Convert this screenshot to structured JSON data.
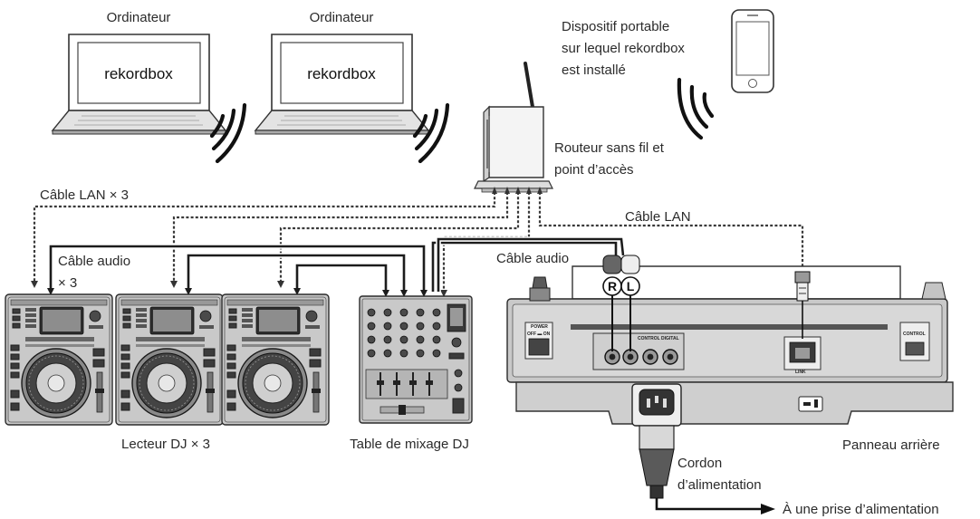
{
  "computers": [
    {
      "label": "Ordinateur",
      "screen_text": "rekordbox"
    },
    {
      "label": "Ordinateur",
      "screen_text": "rekordbox"
    }
  ],
  "portable": {
    "lines": [
      "Dispositif portable",
      "sur lequel rekordbox",
      "est installé"
    ]
  },
  "router": {
    "lines": [
      "Routeur sans fil et",
      "point d’accès"
    ]
  },
  "cables": {
    "lan_x3": "Câble LAN × 3",
    "lan": "Câble LAN",
    "audio_x3_lines": [
      "Câble audio",
      "× 3"
    ],
    "audio": "Câble audio"
  },
  "devices": {
    "dj_players": "Lecteur DJ × 3",
    "mixer": "Table de mixage DJ",
    "rear_panel": "Panneau arrière"
  },
  "power": {
    "cord_lines": [
      "Cordon",
      "d’alimentation"
    ],
    "outlet": "À une prise d’alimentation"
  },
  "rear_panel_markings": {
    "power": "POWER",
    "off_on": "OFF ▬ ON",
    "control": "CONTROL",
    "digital": "DIGITAL",
    "link": "LINK",
    "usb_control": "CONTROL",
    "plug_r": "R",
    "plug_l": "L"
  }
}
